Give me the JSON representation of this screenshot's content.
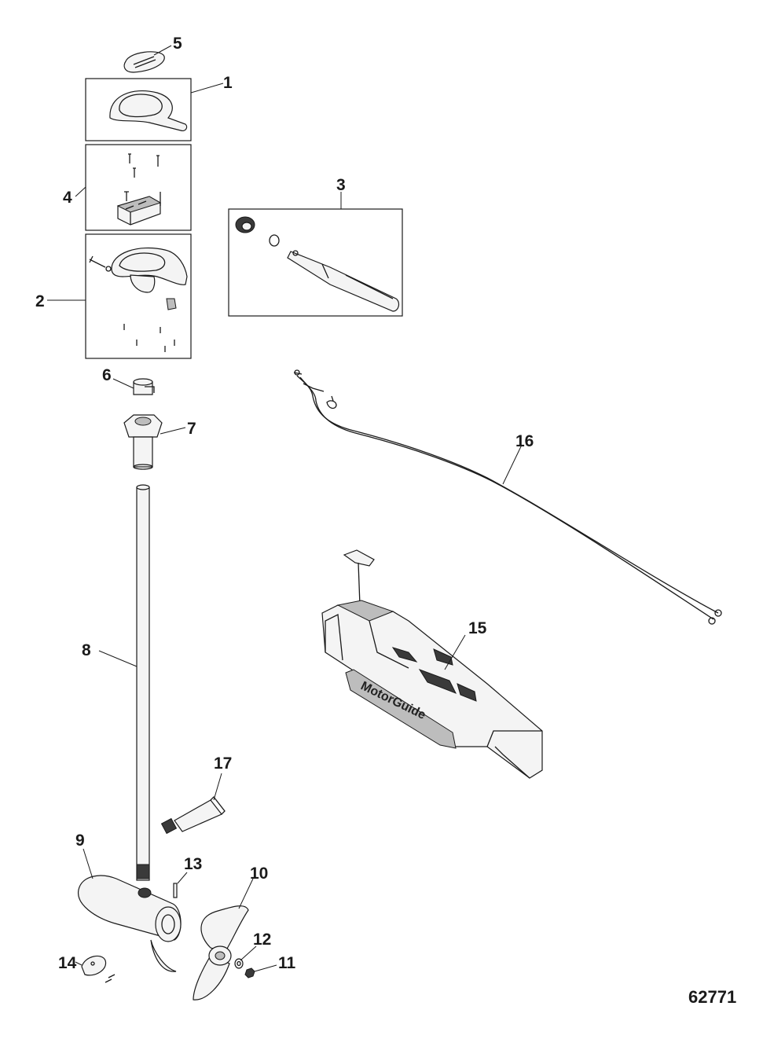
{
  "figure_number": "62771",
  "logo_text": "MotorGuide",
  "callouts": {
    "c1": "1",
    "c2": "2",
    "c3": "3",
    "c4": "4",
    "c5": "5",
    "c6": "6",
    "c7": "7",
    "c8": "8",
    "c9": "9",
    "c10": "10",
    "c11": "11",
    "c12": "12",
    "c13": "13",
    "c14": "14",
    "c15": "15",
    "c16": "16",
    "c17": "17"
  }
}
